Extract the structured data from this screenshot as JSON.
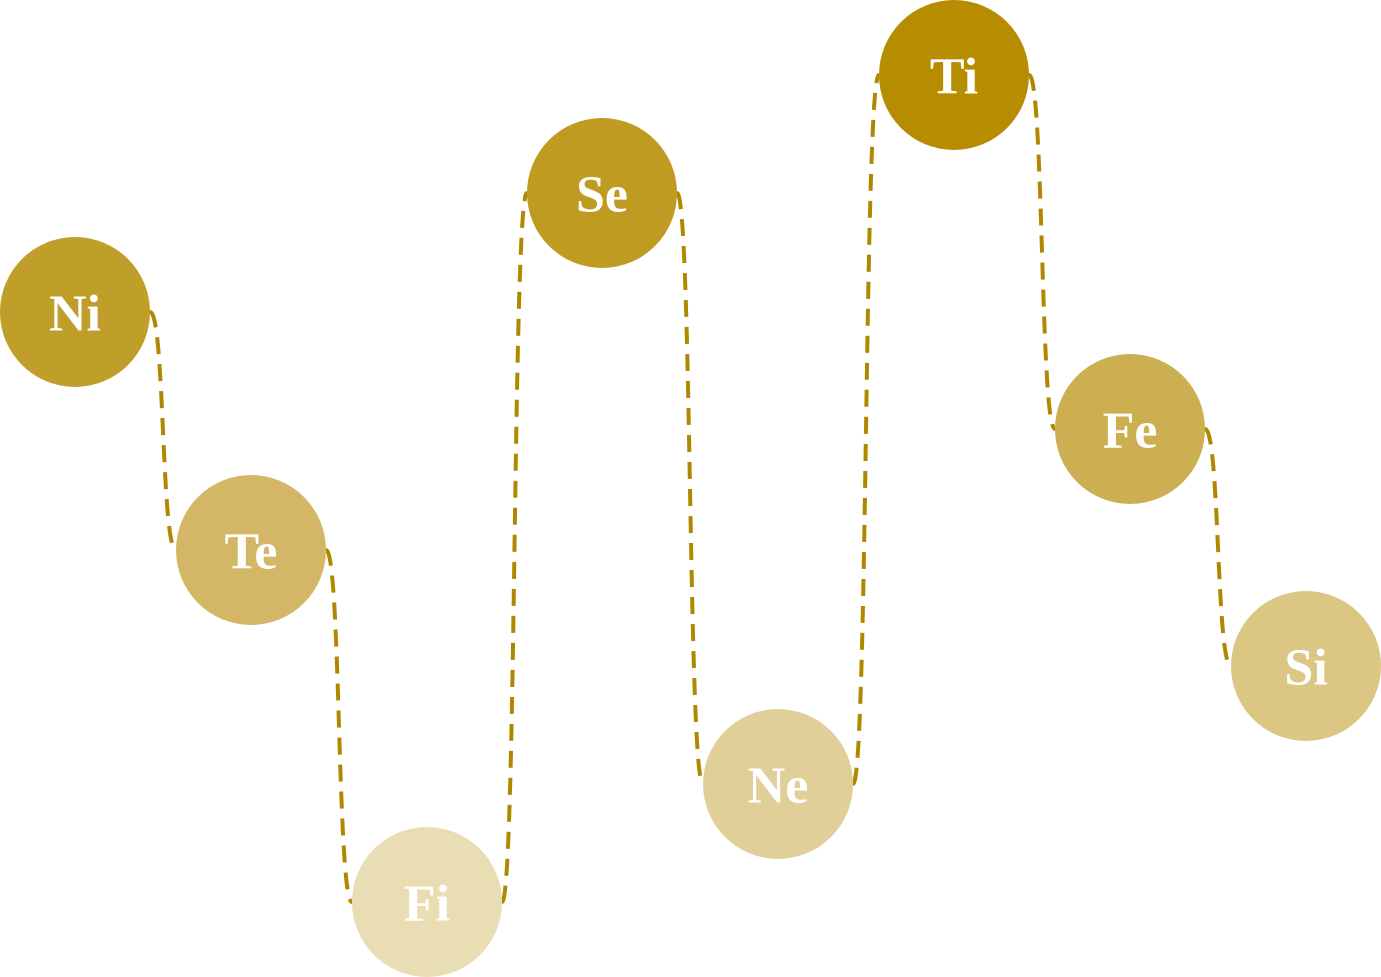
{
  "diagram": {
    "connector_color": "#b08800",
    "nodes": [
      {
        "label": "Ni",
        "color": "#c09e2a"
      },
      {
        "label": "Te",
        "color": "#d4b766"
      },
      {
        "label": "Fi",
        "color": "#e9ddb4"
      },
      {
        "label": "Se",
        "color": "#bf9b21"
      },
      {
        "label": "Ne",
        "color": "#e0cf99"
      },
      {
        "label": "Ti",
        "color": "#b68c00"
      },
      {
        "label": "Fe",
        "color": "#cbaf50"
      },
      {
        "label": "Si",
        "color": "#dbc684"
      }
    ]
  }
}
